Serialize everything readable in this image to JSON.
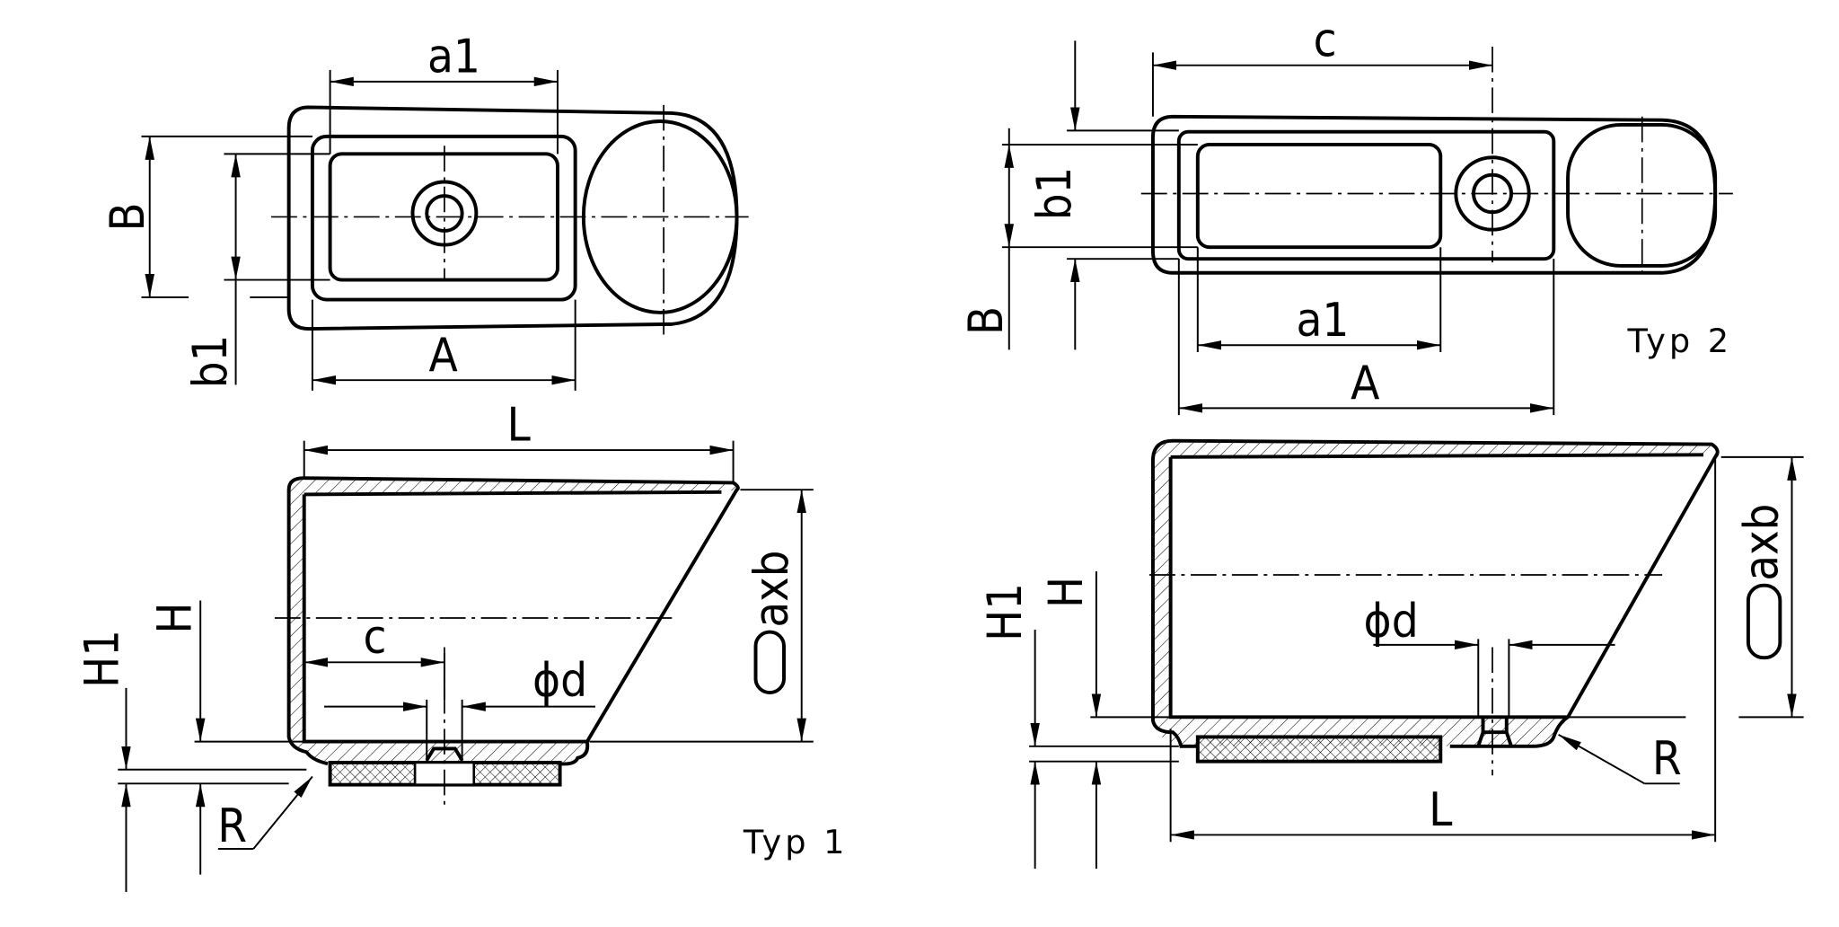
{
  "typ1": {
    "title": "Typ 1",
    "labels": {
      "a1": "a1",
      "A": "A",
      "B": "B",
      "b1": "b1",
      "L": "L",
      "axb": "axb",
      "c": "c",
      "d": "ϕd",
      "H": "H",
      "H1": "H1",
      "R": "R"
    }
  },
  "typ2": {
    "title": "Typ 2",
    "labels": {
      "c": "c",
      "a1": "a1",
      "A": "A",
      "B": "B",
      "b1": "b1",
      "L": "L",
      "axb": "axb",
      "d": "ϕd",
      "H": "H",
      "H1": "H1",
      "R": "R"
    }
  }
}
